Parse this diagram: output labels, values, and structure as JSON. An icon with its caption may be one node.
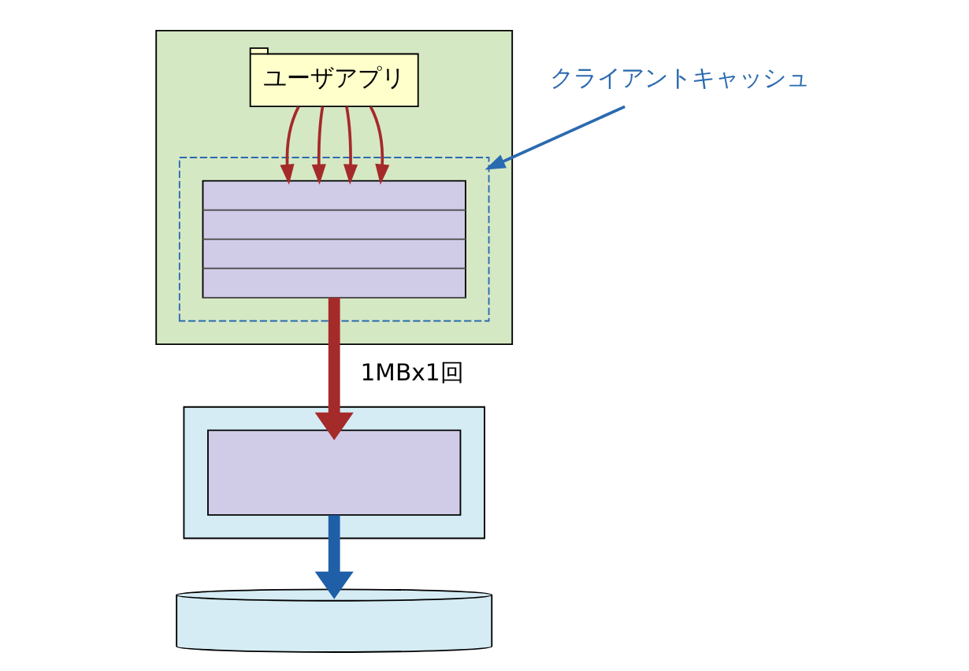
{
  "diagram": {
    "nodes": [
      {
        "text": [],
        "shape": "box"
      },
      {
        "text": [
          "ユーザアプリ"
        ],
        "in": 0
      },
      {
        "text": [],
        "shape": "box",
        "in": 0
      },
      {
        "text": [],
        "shape": "box",
        "in": 2
      },
      {
        "text": [
          "クライアントキャッシュ"
        ]
      },
      {
        "text": [],
        "shape": "box"
      },
      {
        "text": [],
        "shape": "box",
        "in": 5
      },
      {
        "text": [],
        "shape": "cylinder"
      }
    ],
    "edges": [
      {
        "from": 1,
        "to": 3,
        "arrow": "to"
      },
      {
        "from": 1,
        "to": 3,
        "arrow": "to"
      },
      {
        "from": 1,
        "to": 3,
        "arrow": "to"
      },
      {
        "from": 1,
        "to": 3,
        "arrow": "to"
      },
      {
        "from": 3,
        "to": 6,
        "arrow": "to",
        "label": "1MBx1回",
        "style": "thick"
      },
      {
        "from": 6,
        "to": 7,
        "arrow": "to",
        "style": "thick",
        "color": "#1f5fa8"
      },
      {
        "from": 4,
        "to": 2,
        "arrow": "to",
        "color": "#2a6ab0"
      }
    ]
  }
}
